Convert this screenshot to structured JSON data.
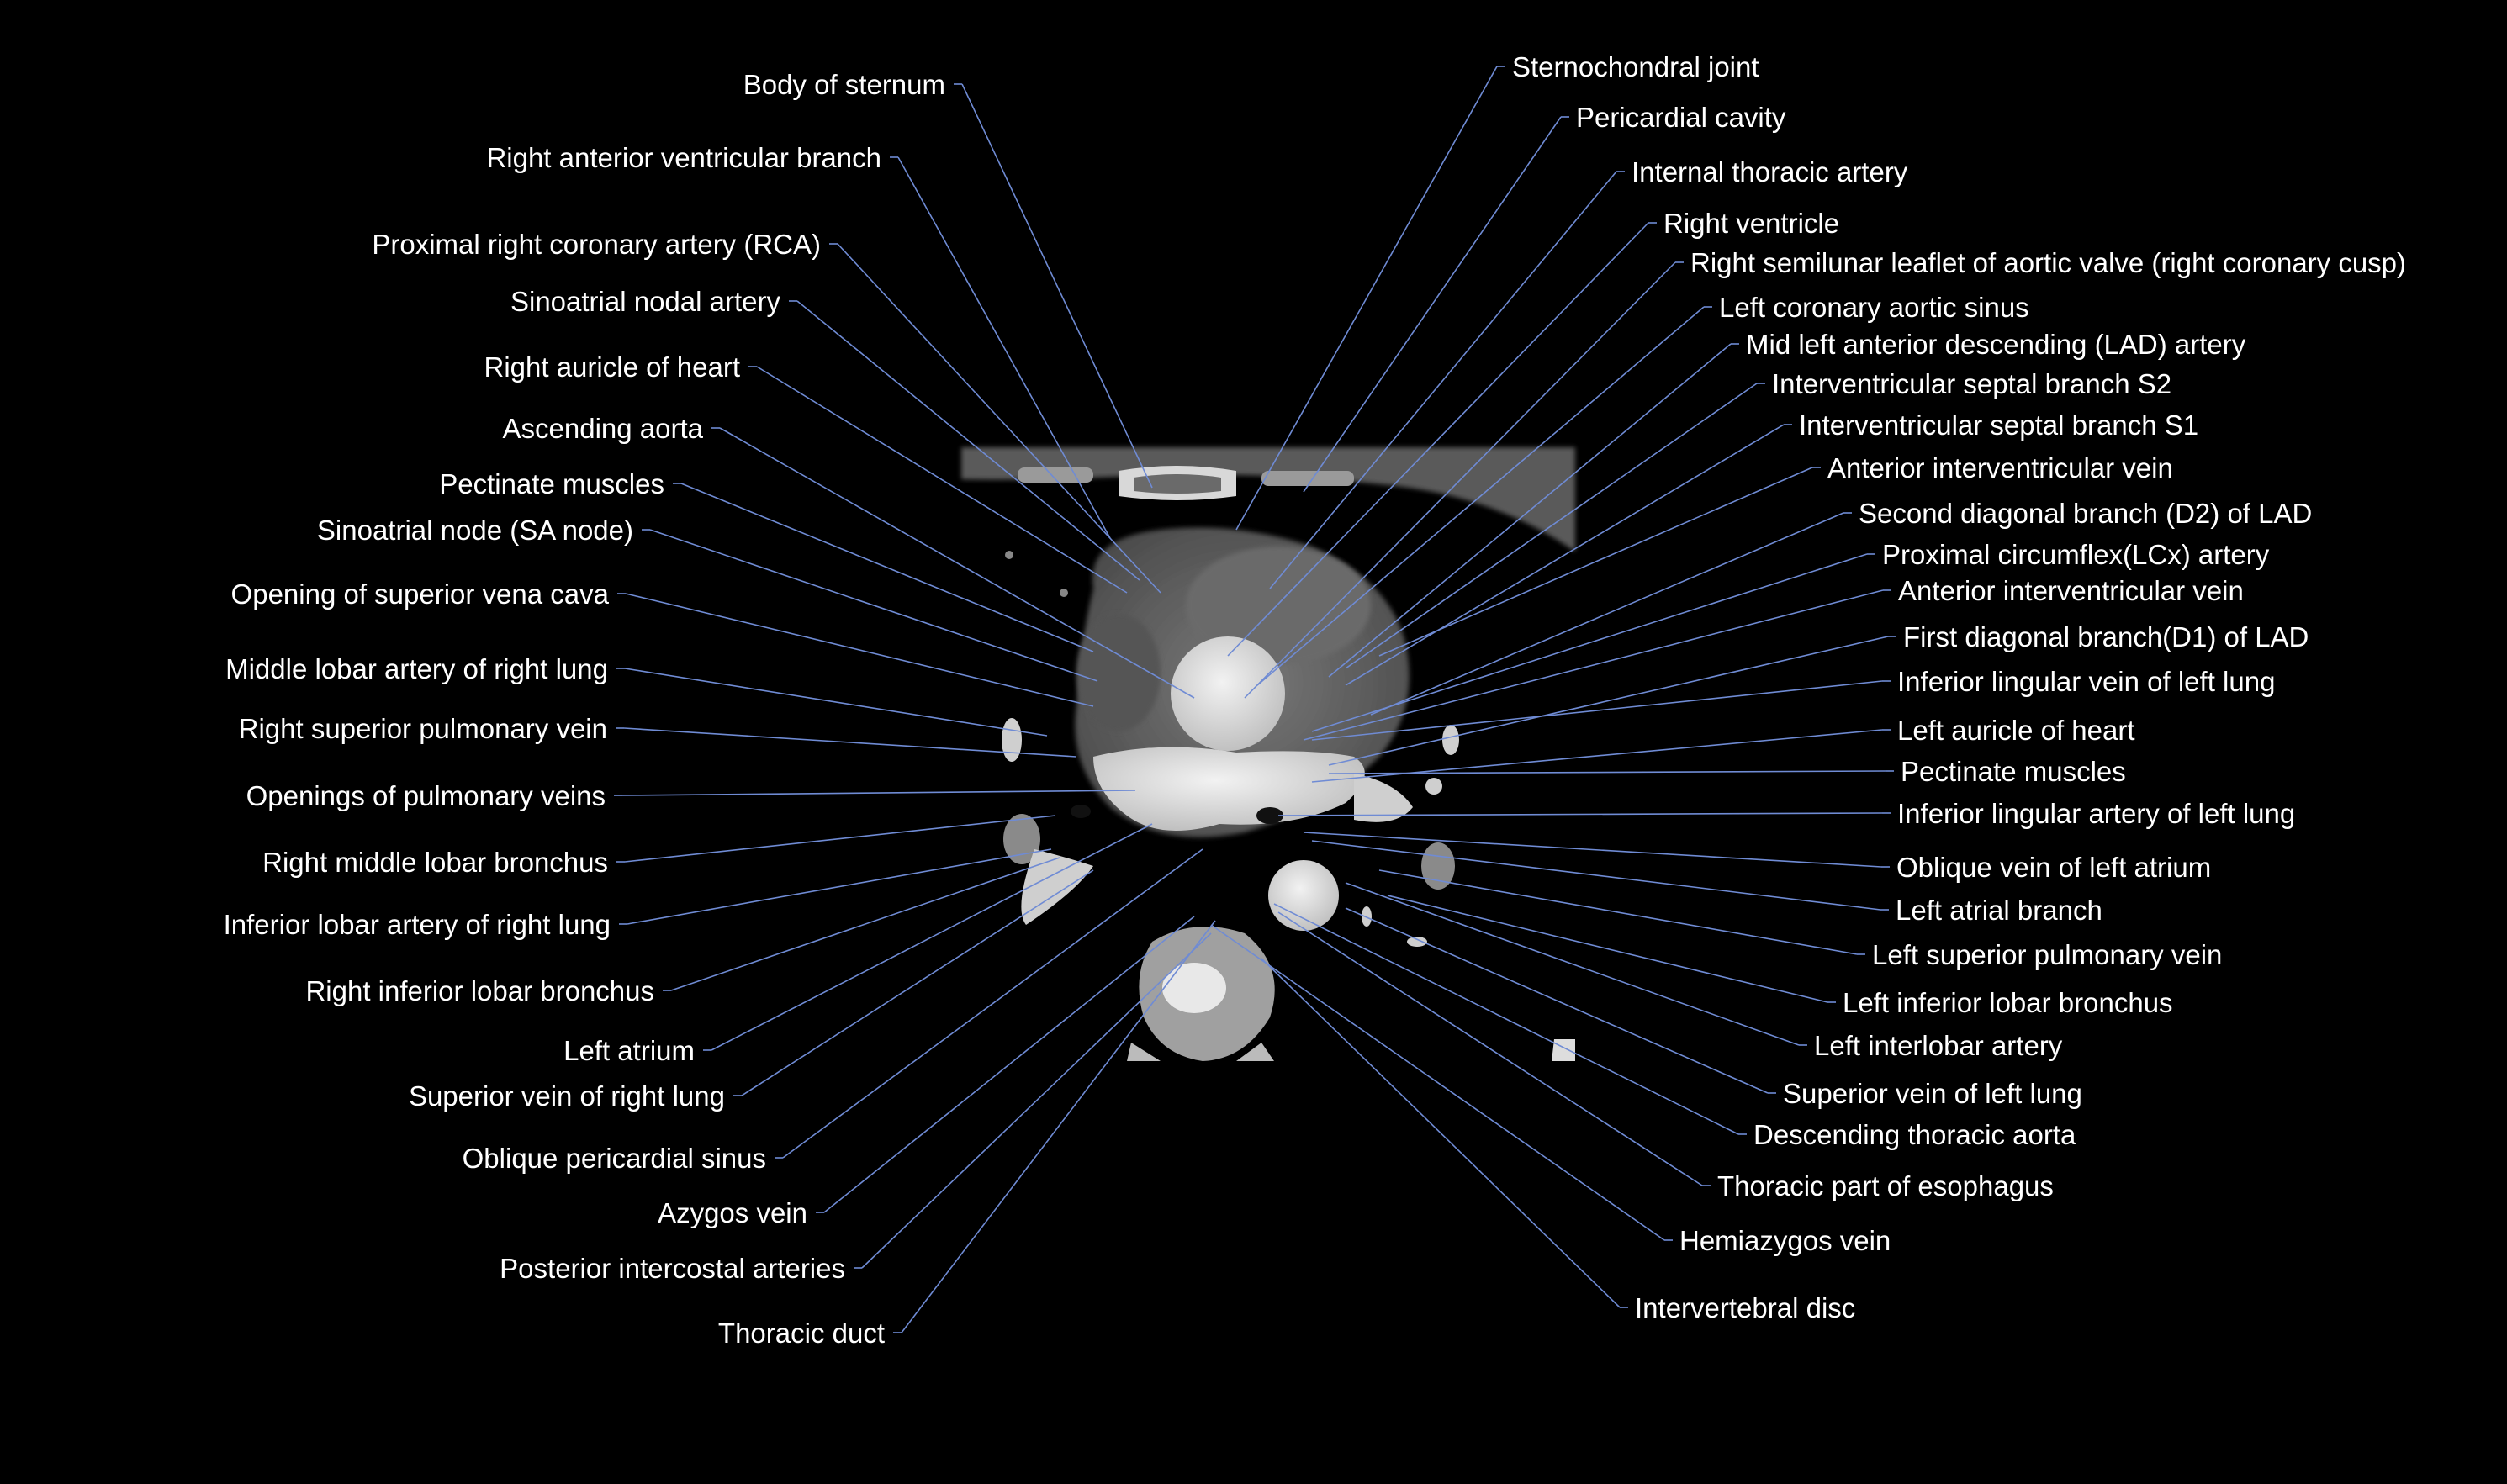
{
  "left_labels": [
    "Body of sternum",
    "Right anterior ventricular branch",
    "Proximal right coronary artery (RCA)",
    "Sinoatrial nodal artery",
    "Right auricle of heart",
    "Ascending aorta",
    "Pectinate muscles",
    "Sinoatrial node (SA node)",
    "Opening of superior vena cava",
    "Middle lobar artery of right lung",
    "Right superior pulmonary vein",
    "Openings of pulmonary veins",
    "Right middle lobar bronchus",
    "Inferior lobar artery of right lung",
    "Right inferior lobar bronchus",
    "Left atrium",
    "Superior vein of right lung",
    "Oblique pericardial sinus",
    "Azygos vein",
    "Posterior intercostal arteries",
    "Thoracic duct"
  ],
  "right_labels": [
    "Sternochondral joint",
    "Pericardial cavity",
    "Internal thoracic artery",
    "Right ventricle",
    "Right semilunar leaflet of aortic valve (right coronary cusp)",
    "Left coronary aortic sinus",
    "Mid left anterior descending (LAD) artery",
    "Interventricular septal branch S2",
    "Interventricular septal branch S1",
    "Anterior interventricular vein",
    "Second diagonal branch (D2) of LAD",
    "Proximal circumflex(LCx) artery",
    "Anterior interventricular vein",
    "First diagonal branch(D1) of LAD",
    "Inferior lingular vein of left lung",
    "Left auricle of heart",
    "Pectinate muscles",
    "Inferior lingular artery of left lung",
    "Oblique vein of left atrium",
    "Left atrial branch",
    "Left superior pulmonary vein",
    "Left inferior lobar bronchus",
    "Left interlobar artery",
    "Superior vein of left lung",
    "Descending thoracic aorta",
    "Thoracic part of esophagus",
    "Hemiazygos vein",
    "Intervertebral disc"
  ],
  "colors": {
    "background": "#000000",
    "label_text": "#ffffff",
    "leader_line": "#6f8bd4"
  }
}
